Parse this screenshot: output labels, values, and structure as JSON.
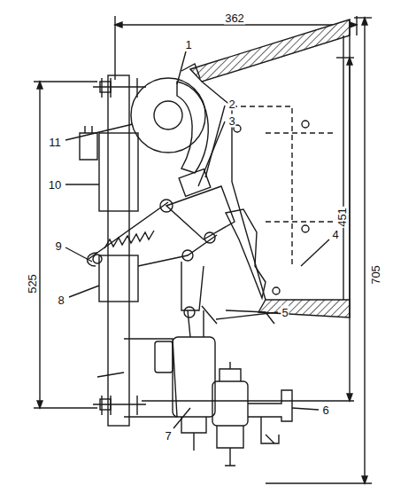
{
  "diagram": {
    "labels": [
      "362",
      "1",
      "11",
      "2",
      "3",
      "10",
      "451",
      "9",
      "705",
      "4",
      "525",
      "8",
      "5",
      "7",
      "6"
    ]
  }
}
